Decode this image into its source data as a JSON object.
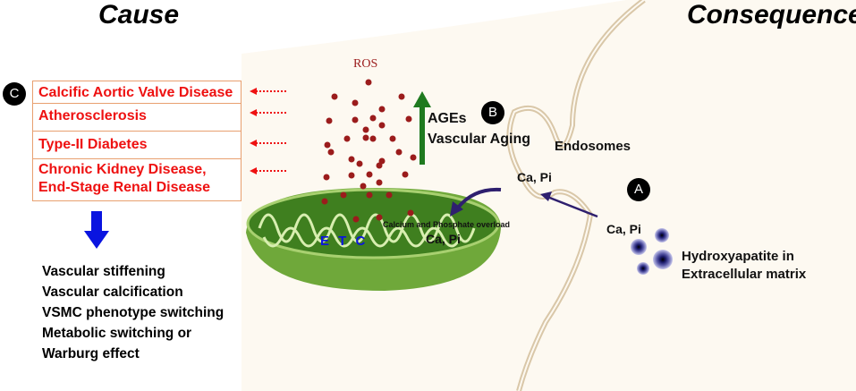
{
  "titles": {
    "cause": "Cause",
    "consequence": "Consequence"
  },
  "badges": {
    "a": "A",
    "b": "B",
    "c": "C"
  },
  "diseases": [
    "Calcific Aortic Valve Disease",
    "Atherosclerosis",
    "Type-II Diabetes",
    "Chronic Kidney Disease,",
    "End-Stage Renal Disease"
  ],
  "outcomes": [
    "Vascular stiffening",
    "Vascular calcification",
    "VSMC phenotype switching",
    "Metabolic switching or",
    "Warburg effect"
  ],
  "labels": {
    "ros": "ROS",
    "ages": "AGEs",
    "vascular_aging": "Vascular Aging",
    "endosomes": "Endosomes",
    "ca_pi_endosome": "Ca, Pi",
    "ca_pi_outside": "Ca, Pi",
    "ca_pi_mito": "Ca, Pi",
    "overload": "Calcium and Phosphate overload",
    "etc": "E T C",
    "hydroxyapatite_1": "Hydroxyapatite in",
    "hydroxyapatite_2": "Extracellular matrix"
  },
  "colors": {
    "disease_text": "#ee1111",
    "ros": "#9b1c1c",
    "green_arrow": "#1f7a1f",
    "blue_arrow": "#0a14e0",
    "purple_arrow": "#2e1f6e",
    "mito": "#5a9a2a",
    "cell": "#fdf9f1"
  }
}
